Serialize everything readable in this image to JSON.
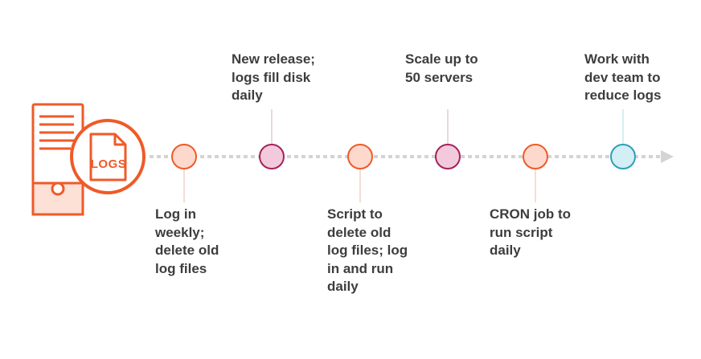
{
  "icon": {
    "name": "server-logs-icon",
    "badge_text": "LOGS",
    "color": "#ef5a28",
    "fill_color": "#fde0d6"
  },
  "timeline": {
    "line_color": "#d4d4d4",
    "arrow_color": "#d4d4d4",
    "steps": [
      {
        "label": "Log in\nweekly;\ndelete old\nlog files",
        "position": "below",
        "fill": "#fcd9cc",
        "stroke": "#ef5a28"
      },
      {
        "label": "New release;\nlogs fill disk\ndaily",
        "position": "above",
        "fill": "#f3cadb",
        "stroke": "#a4225a"
      },
      {
        "label": "Script to\ndelete old\nlog files; log\nin and run\ndaily",
        "position": "below",
        "fill": "#fcd9cc",
        "stroke": "#ef5a28"
      },
      {
        "label": "Scale up to\n50 servers",
        "position": "above",
        "fill": "#f3cadb",
        "stroke": "#a4225a"
      },
      {
        "label": "CRON job to\nrun script\ndaily",
        "position": "below",
        "fill": "#fcd9cc",
        "stroke": "#ef5a28"
      },
      {
        "label": "Work with\ndev team to\nreduce logs",
        "position": "above",
        "fill": "#d3eef4",
        "stroke": "#2aa0b8"
      }
    ]
  }
}
